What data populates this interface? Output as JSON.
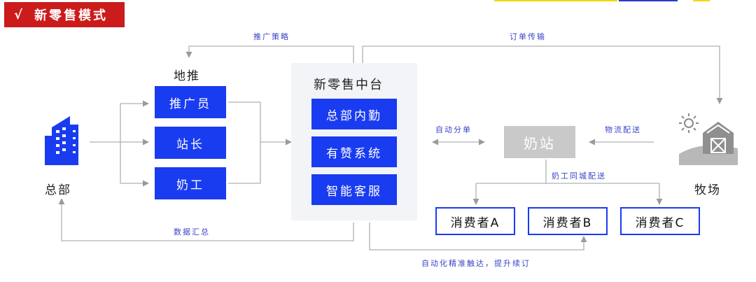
{
  "title": {
    "check": "√",
    "text": "新零售模式"
  },
  "hq": {
    "label": "总部",
    "icon": "building-icon"
  },
  "ground": {
    "label": "地推",
    "items": [
      "推广员",
      "站长",
      "奶工"
    ]
  },
  "platform": {
    "label": "新零售中台",
    "items": [
      "总部内勤",
      "有赞系统",
      "智能客服"
    ]
  },
  "station": {
    "label": "奶站"
  },
  "farm": {
    "label": "牧场",
    "icon": "farm-barn-icon"
  },
  "consumers": [
    "消费者A",
    "消费者B",
    "消费者C"
  ],
  "flows": {
    "promo": "推广策略",
    "order": "订单传输",
    "auto_split": "自动分单",
    "logistics": "物流配送",
    "milkman_delivery": "奶工同城配送",
    "summary": "数据汇总",
    "auto_reach": "自动化精准触达，提升续订"
  },
  "colors": {
    "accent": "#1a3cf0",
    "title_bg": "#cc1b1b",
    "station": "#c9c9c9"
  }
}
